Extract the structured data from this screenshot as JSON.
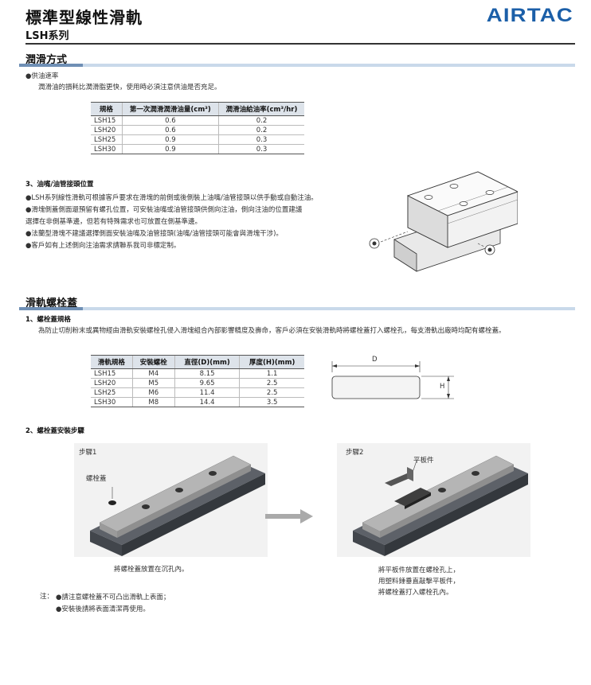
{
  "header": {
    "title": "標準型線性滑軌",
    "subtitle": "LSH系列",
    "logo": "AIRTAC"
  },
  "lubrication": {
    "heading": "潤滑方式",
    "item_title": "●供油速率",
    "item_text": "潤滑油的損耗比潤滑脂更快，使用時必須注意供油是否充足。",
    "table": {
      "headers": [
        "規格",
        "第一次潤滑潤滑油量(cm³)",
        "潤滑油給油率(cm³/hr)"
      ],
      "rows": [
        [
          "LSH15",
          "0.6",
          "0.2"
        ],
        [
          "LSH20",
          "0.6",
          "0.2"
        ],
        [
          "LSH25",
          "0.9",
          "0.3"
        ],
        [
          "LSH30",
          "0.9",
          "0.3"
        ]
      ]
    }
  },
  "nozzle": {
    "heading": "3、油嘴/油管接頭位置",
    "lines": [
      "●LSH系列線性滑軌可根據客戶要求在滑塊的前側或後側裝上油嘴/油管接頭以供手動或自動注油。",
      "●滑塊側蓋側面還預留有螺孔位置，可安裝油嘴或油管接頭供側向注油，側向注油的位置建議",
      "   選擇在非側基準邊，但若有特殊需求也可放置在側基準邊。",
      "●法蘭型滑塊不建議選擇側面安裝油嘴及油管接頭(油嘴/油管接頭可能會與滑塊干涉)。",
      "●客戶如有上述側向注油需求請聯系我司非標定制。"
    ]
  },
  "cap": {
    "heading": "滑軌螺栓蓋",
    "sub1": "1、螺栓蓋規格",
    "desc": "為防止切削粉末或異物經由滑軌安裝螺栓孔侵入滑塊組合內部影響精度及壽命，客戶必須在安裝滑軌時將螺栓蓋打入螺栓孔，每支滑軌出廠時均配有螺栓蓋。",
    "table": {
      "headers": [
        "滑軌規格",
        "安裝螺栓",
        "直徑(D)(mm)",
        "厚度(H)(mm)"
      ],
      "rows": [
        [
          "LSH15",
          "M4",
          "8.15",
          "1.1"
        ],
        [
          "LSH20",
          "M5",
          "9.65",
          "2.5"
        ],
        [
          "LSH25",
          "M6",
          "11.4",
          "2.5"
        ],
        [
          "LSH30",
          "M8",
          "14.4",
          "3.5"
        ]
      ]
    },
    "dim_d": "D",
    "dim_h": "H"
  },
  "install": {
    "heading": "2、螺栓蓋安裝步驟",
    "step1_label": "步驟1",
    "step1_part": "螺栓蓋",
    "step1_caption": "將螺栓蓋放置在沉孔內。",
    "step2_label": "步驟2",
    "step2_part": "平板件",
    "step2_caption": [
      "將平板件放置在螺栓孔上，",
      "用塑料錘垂直敲擊平板件，",
      "將螺栓蓋打入螺栓孔內。"
    ],
    "note_label": "注：",
    "notes": [
      "●請注意螺栓蓋不可凸出滑軌上表面；",
      "●安裝後請將表面清潔再使用。"
    ]
  }
}
